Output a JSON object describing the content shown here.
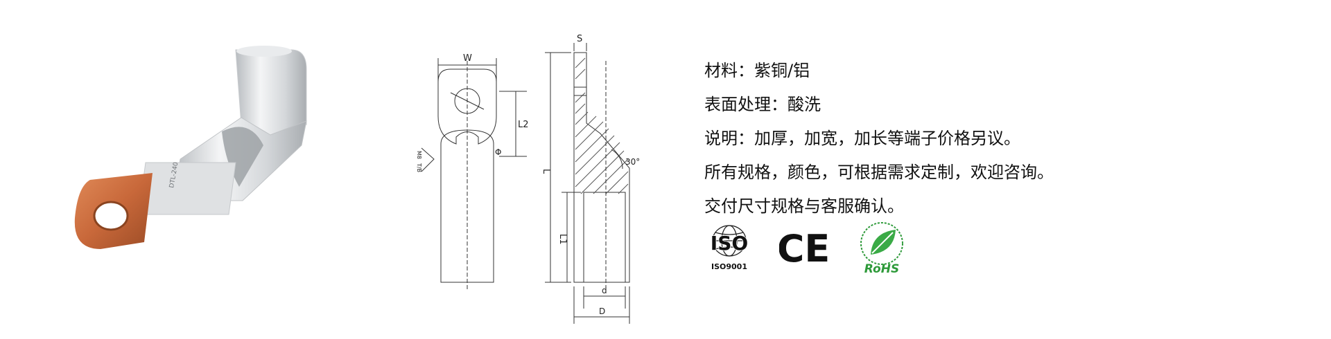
{
  "product": {
    "stamp_text": "DTL-240"
  },
  "drawing": {
    "labels": {
      "W": "W",
      "S": "S",
      "L2": "L2",
      "L": "L",
      "L1": "L1",
      "phi": "Φ",
      "angle": "30°",
      "d": "d",
      "D": "D",
      "side_a": "M8",
      "side_b": "T/B"
    }
  },
  "specs": {
    "lines": [
      "材料：紫铜/铝",
      "表面处理：酸洗",
      "说明：加厚，加宽，加长等端子价格另议。",
      "所有规格，颜色，可根据需求定制，欢迎咨询。",
      "交付尺寸规格与客服确认。"
    ]
  },
  "certifications": {
    "iso_mark": "ISO",
    "iso_number": "ISO9001",
    "ce_mark": "CE",
    "rohs_mark": "RoHS"
  },
  "colors": {
    "copper": "#c86a3c",
    "aluminum": "#d7dadd",
    "rohs_green": "#2e9a3a",
    "line": "#333333"
  }
}
